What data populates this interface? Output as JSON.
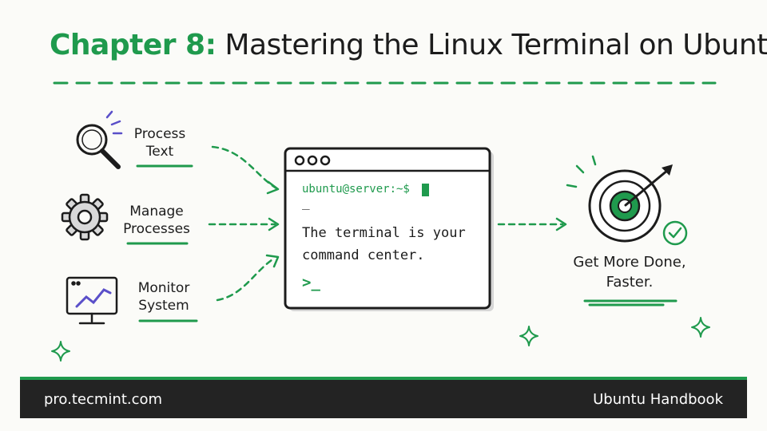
{
  "title": {
    "chapter": "Chapter 8:",
    "text": "Mastering the Linux Terminal on Ubuntu"
  },
  "features": [
    {
      "line1": "Process",
      "line2": "Text",
      "icon": "magnifier-icon"
    },
    {
      "line1": "Manage",
      "line2": "Processes",
      "icon": "gear-icon"
    },
    {
      "line1": "Monitor",
      "line2": "System",
      "icon": "monitor-chart-icon"
    }
  ],
  "terminal": {
    "prompt": "ubuntu@server:~$",
    "dash": "_",
    "message_line1": "The terminal is your",
    "message_line2": "command center.",
    "cursor": ">_"
  },
  "outcome": {
    "line1": "Get More Done,",
    "line2": "Faster.",
    "icon": "target-icon"
  },
  "footer": {
    "left": "pro.tecmint.com",
    "right": "Ubuntu Handbook"
  },
  "colors": {
    "accent": "#1f9a4d",
    "ink": "#1c1c1c",
    "icon_purple": "#5a4fc9"
  }
}
